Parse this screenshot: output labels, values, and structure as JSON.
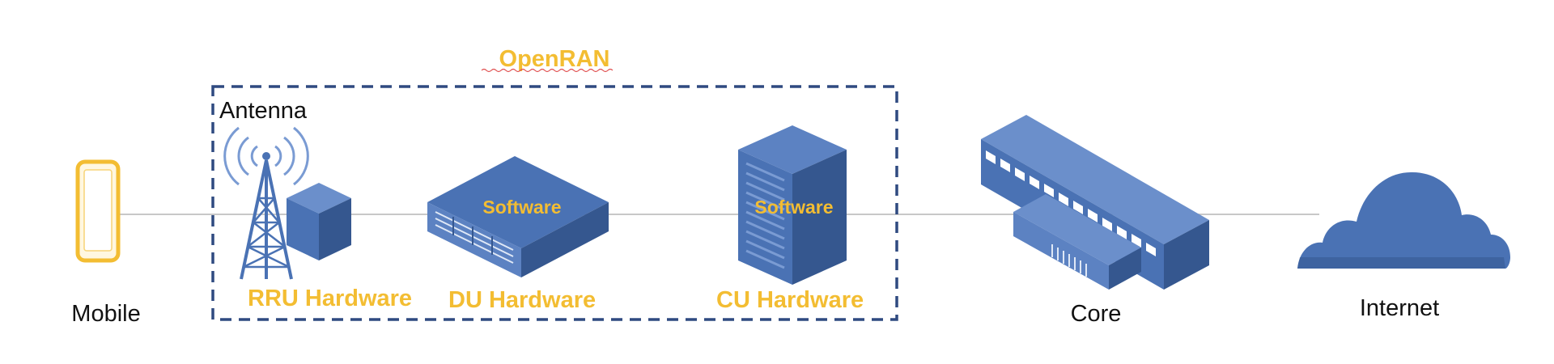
{
  "group": {
    "title": "OpenRAN"
  },
  "nodes": {
    "mobile": "Mobile",
    "antenna": "Antenna",
    "rru": "RRU Hardware",
    "du": "DU Hardware",
    "du_software": "Software",
    "cu": "CU Hardware",
    "cu_software": "Software",
    "core": "Core",
    "internet": "Internet"
  },
  "colors": {
    "accent_gold": "#f3bd32",
    "device_blue": "#4a72b4",
    "device_blue_dark": "#35578f",
    "device_blue_light": "#6b8fcb",
    "dashed_border": "#2f4a80",
    "link_line": "#c8c8c8"
  },
  "icons": [
    "smartphone-icon",
    "antenna-tower-icon",
    "radio-unit-icon",
    "du-server-icon",
    "cu-server-rack-icon",
    "core-building-icon",
    "cloud-icon"
  ]
}
